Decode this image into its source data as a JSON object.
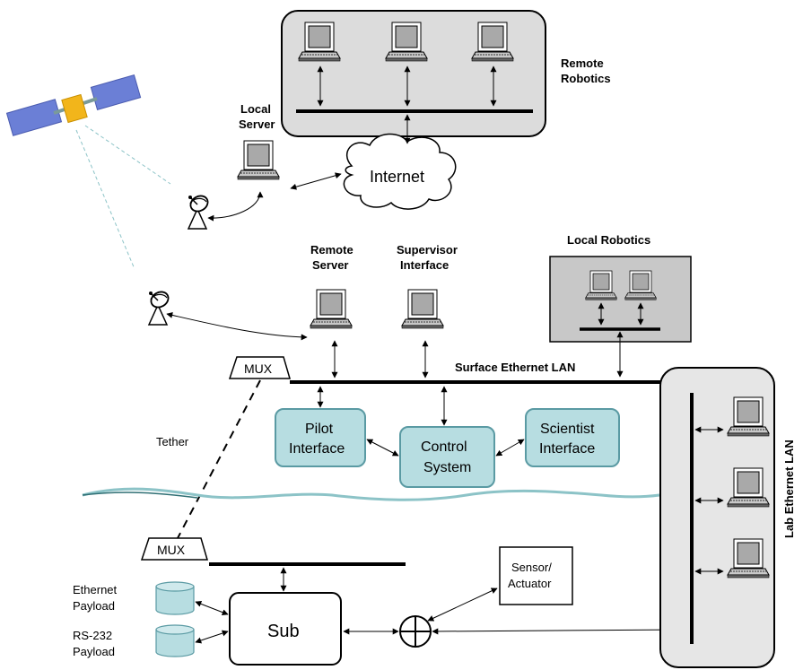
{
  "labels": {
    "remote_robotics_1": "Remote",
    "remote_robotics_2": "Robotics",
    "local_server_1": "Local",
    "local_server_2": "Server",
    "internet": "Internet",
    "remote_server_1": "Remote",
    "remote_server_2": "Server",
    "supervisor_1": "Supervisor",
    "supervisor_2": "Interface",
    "local_robotics": "Local Robotics",
    "mux_top": "MUX",
    "surface_lan": "Surface Ethernet LAN",
    "pilot_1": "Pilot",
    "pilot_2": "Interface",
    "control_1": "Control",
    "control_2": "System",
    "scientist_1": "Scientist",
    "scientist_2": "Interface",
    "tether": "Tether",
    "mux_bottom": "MUX",
    "ethernet_payload_1": "Ethernet",
    "ethernet_payload_2": "Payload",
    "rs232_payload_1": "RS-232",
    "rs232_payload_2": "Payload",
    "sub": "Sub",
    "sensor_1": "Sensor/",
    "sensor_2": "Actuator",
    "lab_lan": "Lab Ethernet LAN"
  },
  "colors": {
    "interface_box_fill": "#b7dde1",
    "interface_box_stroke": "#5a9aa3",
    "robotics_panel_fill": "#dcdcdc",
    "local_robotics_fill": "#c8c8c8",
    "lab_panel_fill": "#e6e6e6",
    "water_line": "#8cc3c7",
    "satellite_panel": "#6b7fd6",
    "satellite_body": "#f2b51b"
  }
}
